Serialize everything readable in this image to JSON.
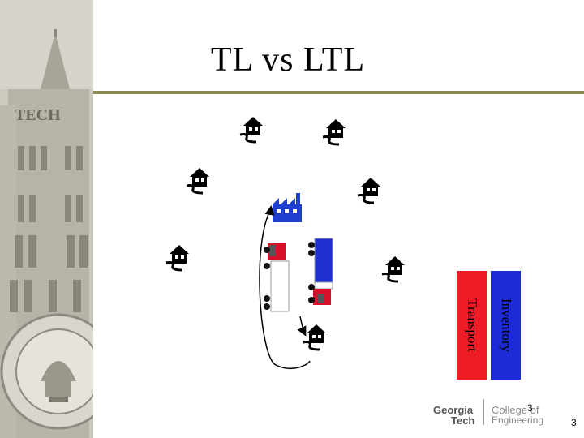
{
  "slide": {
    "title": "TL vs LTL",
    "page_number": "3",
    "corner_number": "3"
  },
  "bars": {
    "transport_label": "Transport",
    "transport_color": "#ee1c24",
    "inventory_label": "Inventory",
    "inventory_color": "#1c2bd6"
  },
  "logo": {
    "line1": "Georgia",
    "line2": "Tech",
    "line3": "College of",
    "line4": "Engineering"
  },
  "colors": {
    "rule": "#8e8a4f",
    "sidebar": "#c9c6bc",
    "factory": "#1f3fd0"
  },
  "icons": [
    "house-icon",
    "factory-icon",
    "truck-icon",
    "seal-icon",
    "tower-photo"
  ]
}
